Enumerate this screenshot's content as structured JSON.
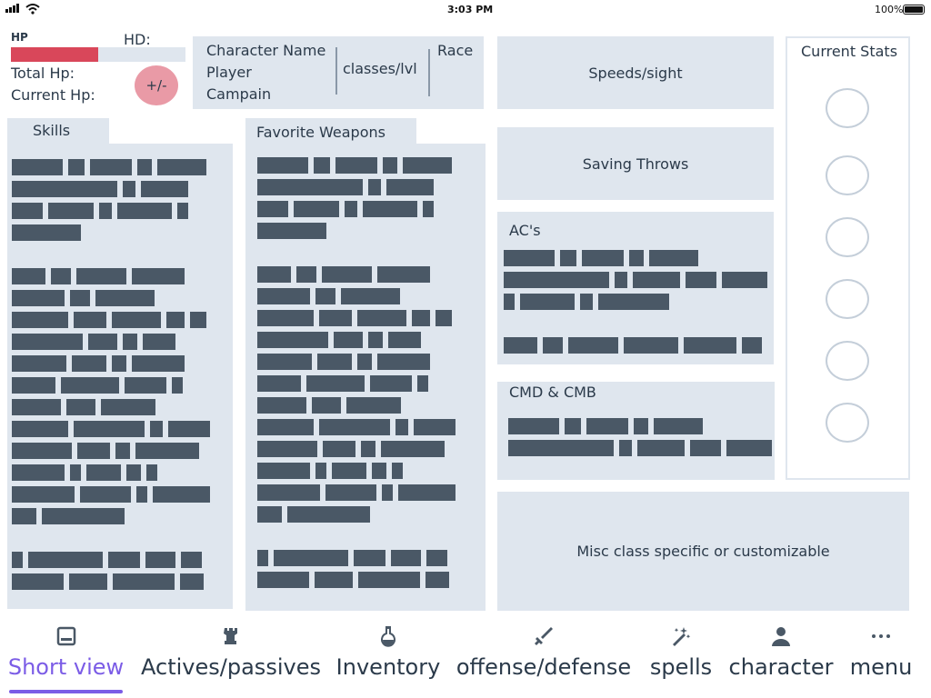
{
  "status_bar": {
    "time": "3:03 PM",
    "battery": "100%"
  },
  "hp_panel": {
    "hp_label": "HP",
    "hd_label": "HD:",
    "total_hp_label": "Total Hp:",
    "current_hp_label": "Current Hp:",
    "adjust_button": "+/-",
    "hp_fill_fraction": 0.5
  },
  "character_header": {
    "name": "Character Name",
    "player": "Player",
    "campaign": "Campain",
    "classes": "classes/lvl",
    "race": "Race"
  },
  "skills": {
    "title": "Skills"
  },
  "weapons": {
    "title": "Favorite Weapons"
  },
  "speeds": {
    "title": "Speeds/sight"
  },
  "saving_throws": {
    "title": "Saving Throws"
  },
  "acs": {
    "title": "AC's"
  },
  "cmd_cmb": {
    "title": "CMD & CMB"
  },
  "current_stats": {
    "title": "Current Stats",
    "stat_count": 6
  },
  "misc": {
    "title": "Misc class specific or customizable"
  },
  "nav": {
    "items": [
      {
        "label": "Short view",
        "icon": "short-view-icon",
        "active": true
      },
      {
        "label": "Actives/passives",
        "icon": "rook-icon",
        "active": false
      },
      {
        "label": "Inventory",
        "icon": "potion-icon",
        "active": false
      },
      {
        "label": "offense/defense",
        "icon": "sword-icon",
        "active": false
      },
      {
        "label": "spells",
        "icon": "magic-wand-icon",
        "active": false
      },
      {
        "label": "character",
        "icon": "person-icon",
        "active": false
      },
      {
        "label": "menu",
        "icon": "more-icon",
        "active": false
      }
    ]
  },
  "colors": {
    "panel": "#dfe6ee",
    "placeholder": "#4a5866",
    "hp_fill": "#d9475a",
    "adjust_button": "#e99aa6",
    "accent": "#7b5ce6"
  }
}
